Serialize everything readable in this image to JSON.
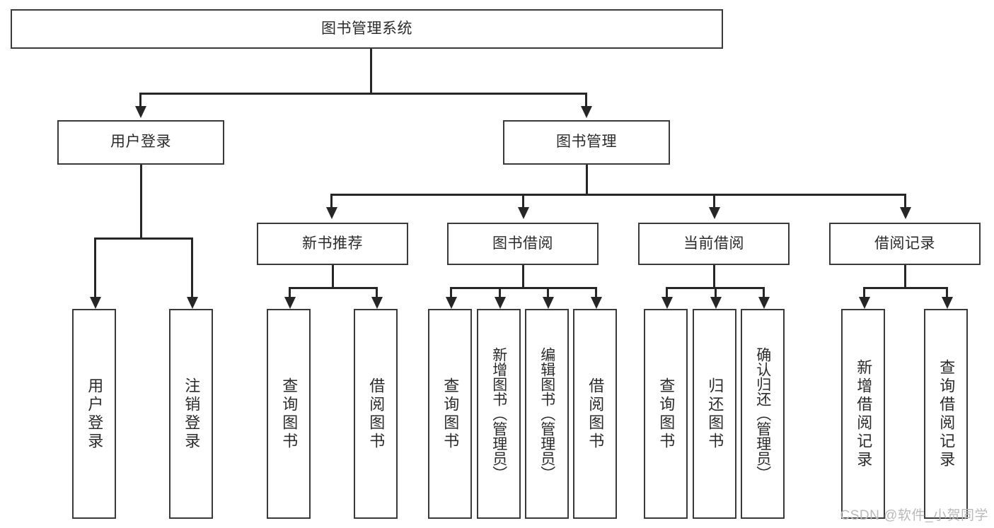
{
  "diagram": {
    "title": "图书管理系统",
    "type": "tree-hierarchy",
    "root": {
      "label": "图书管理系统"
    },
    "level2": [
      {
        "label": "用户登录"
      },
      {
        "label": "图书管理"
      }
    ],
    "level3": [
      {
        "label": "新书推荐"
      },
      {
        "label": "图书借阅"
      },
      {
        "label": "当前借阅"
      },
      {
        "label": "借阅记录"
      }
    ],
    "leaves": {
      "user_login": [
        {
          "label": "用户登录"
        },
        {
          "label": "注销登录"
        }
      ],
      "new_book_recommend": [
        {
          "label": "查询图书"
        },
        {
          "label": "借阅图书"
        }
      ],
      "book_borrow": [
        {
          "label": "查询图书"
        },
        {
          "label": "新增图书（管理员）"
        },
        {
          "label": "编辑图书（管理员）"
        },
        {
          "label": "借阅图书"
        }
      ],
      "current_borrow": [
        {
          "label": "查询图书"
        },
        {
          "label": "归还图书"
        },
        {
          "label": "确认归还（管理员）"
        }
      ],
      "borrow_record": [
        {
          "label": "新增借阅记录"
        },
        {
          "label": "查询借阅记录"
        }
      ]
    }
  },
  "watermark": {
    "text": "CSDN @软件_小贺同学"
  },
  "colors": {
    "box_border": "#3a3a3a",
    "line": "#262626",
    "text": "#2b2b2b",
    "background": "#ffffff",
    "watermark": "#b9b9b9"
  }
}
